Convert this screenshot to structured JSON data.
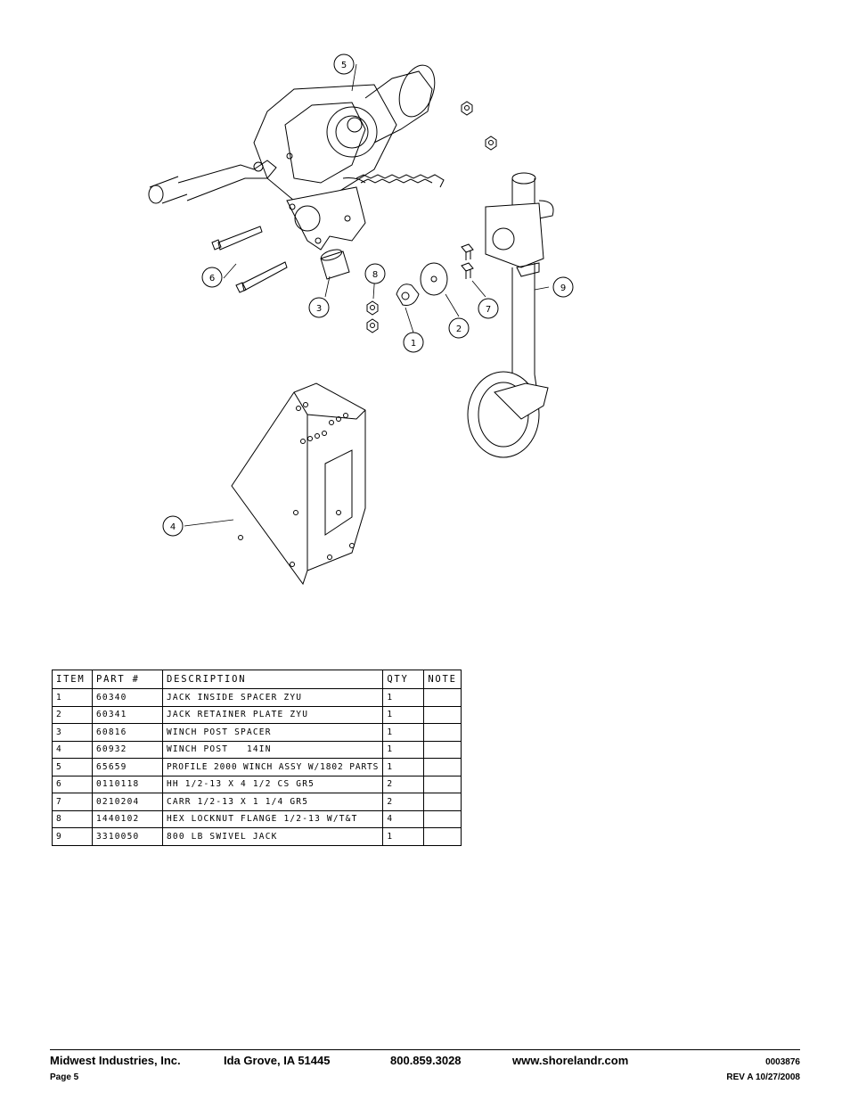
{
  "callouts": [
    "1",
    "2",
    "3",
    "4",
    "5",
    "6",
    "7",
    "8",
    "9"
  ],
  "table": {
    "headers": [
      "ITEM",
      "PART #",
      "DESCRIPTION",
      "QTY",
      "NOTE"
    ],
    "rows": [
      {
        "item": "1",
        "part": "60340",
        "desc": "JACK INSIDE SPACER ZYU",
        "qty": "1",
        "note": ""
      },
      {
        "item": "2",
        "part": "60341",
        "desc": "JACK RETAINER PLATE ZYU",
        "qty": "1",
        "note": ""
      },
      {
        "item": "3",
        "part": "60816",
        "desc": "WINCH POST SPACER",
        "qty": "1",
        "note": ""
      },
      {
        "item": "4",
        "part": "60932",
        "desc": "WINCH POST   14IN",
        "qty": "1",
        "note": ""
      },
      {
        "item": "5",
        "part": "65659",
        "desc": "PROFILE 2000 WINCH ASSY W/1802 PARTS",
        "qty": "1",
        "note": ""
      },
      {
        "item": "6",
        "part": "0110118",
        "desc": "HH 1/2-13 X 4 1/2 CS GR5",
        "qty": "2",
        "note": ""
      },
      {
        "item": "7",
        "part": "0210204",
        "desc": "CARR 1/2-13 X 1 1/4 GR5",
        "qty": "2",
        "note": ""
      },
      {
        "item": "8",
        "part": "1440102",
        "desc": "HEX LOCKNUT FLANGE 1/2-13 W/T&T",
        "qty": "4",
        "note": ""
      },
      {
        "item": "9",
        "part": "3310050",
        "desc": "800 LB SWIVEL JACK",
        "qty": "1",
        "note": ""
      }
    ]
  },
  "footer": {
    "company": "Midwest Industries, Inc.",
    "city": "Ida Grove, IA  51445",
    "phone": "800.859.3028",
    "website": "www.shorelandr.com",
    "doc_number": "0003876",
    "page": "Page 5",
    "revision": "REV A  10/27/2008"
  }
}
